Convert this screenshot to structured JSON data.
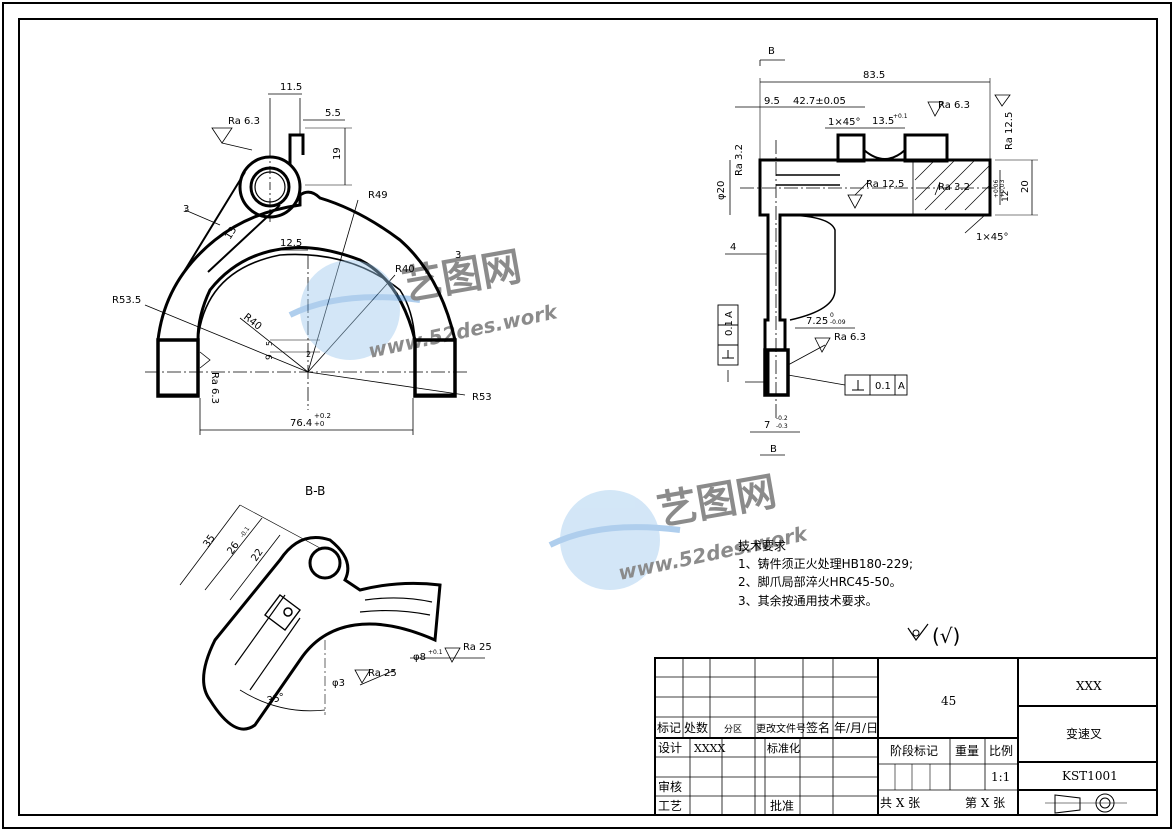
{
  "watermark": {
    "brand": "艺图网",
    "url": "www.52des.work"
  },
  "views": {
    "front": {
      "dims": {
        "d11_5": "11.5",
        "d5_5": "5.5",
        "d19": "19",
        "ra63_top": "Ra 6.3",
        "d3_left": "3",
        "d13": "13",
        "r49": "R49",
        "d12_5": "12.5",
        "r40_a": "R40",
        "d3_right": "3",
        "r53_5": "R53.5",
        "r40_b": "R40",
        "d5": "5",
        "d9": "9",
        "d2": "2",
        "ra63_left": "Ra 6.3",
        "r53": "R53",
        "w76": "76.4",
        "w76_tol": "+0.2",
        "w76_tol2": "+0"
      }
    },
    "section": {
      "title": "B-B",
      "dims": {
        "d35": "35",
        "d26": "26",
        "d26_tol": "-0.1",
        "d22": "22",
        "phi8": "φ8",
        "phi8_tol": "+0.1",
        "ra25_a": "Ra 25",
        "phi3": "φ3",
        "ra25_b": "Ra 25",
        "ang35": "35°"
      }
    },
    "side": {
      "dims": {
        "b_top": "B",
        "b_bot": "B",
        "d83_5": "83.5",
        "d9_5": "9.5",
        "d42_7": "42.7±0.05",
        "ra63_a": "Ra 6.3",
        "ra125_r": "Ra 12.5",
        "ch1": "1×45°",
        "d13_5": "13.5",
        "d13_5_tol": "+0.1",
        "ra32_l": "Ra 3.2",
        "phi20": "φ20",
        "ra125_i": "Ra 12.5",
        "ra32_i": "Ra 3.2",
        "d12": "12",
        "d12_tol": "+0.06",
        "d12_tol2": "+0.03",
        "d20": "20",
        "ch2": "1×45°",
        "d4": "4",
        "tol_v1": "0.1",
        "tol_v2": "A",
        "d7_25": "7.25",
        "d7_25_tol": "0",
        "d7_25_tol2": "-0.09",
        "ra63_b": "Ra 6.3",
        "tol_h1": "0.1",
        "tol_h2": "A",
        "d7": "7",
        "d7_tol": "-0.2",
        "d7_tol2": "-0.3"
      }
    }
  },
  "notes": {
    "title": "技术要求",
    "items": [
      "1、铸件须正火处理HB180-229;",
      "2、脚爪局部淬火HRC45-50。",
      "3、其余按通用技术要求。"
    ]
  },
  "roughness_note": "(√)",
  "title_block": {
    "headers": {
      "mark": "标记",
      "count": "处数",
      "zone": "分区",
      "doc": "更改文件号",
      "sign": "签名",
      "date": "年/月/日"
    },
    "design": "设计",
    "designer": "XXXX",
    "standardize": "标准化",
    "review": "审核",
    "process": "工艺",
    "approve": "批准",
    "material": "45",
    "stage_mark": "阶段标记",
    "weight": "重量",
    "scale_label": "比例",
    "scale": "1:1",
    "company": "XXX",
    "part_name": "变速叉",
    "drawing_no": "KST1001",
    "total_sheets": "共 X 张",
    "sheet_no": "第 X 张"
  }
}
